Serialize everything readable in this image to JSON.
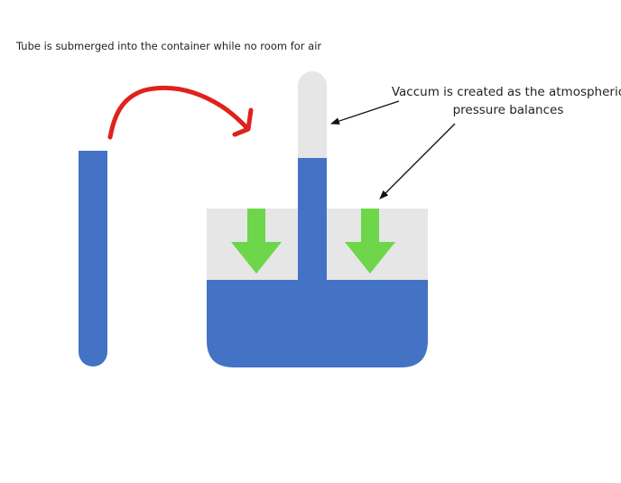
{
  "caption": "Tube is submerged into the container while no room for air",
  "annotation": {
    "line1": "Vaccum is created as the atmospheric",
    "line2": "pressure balances"
  },
  "colors": {
    "water": "#4472c4",
    "air": "#e6e6e6",
    "pressure_arrow": "#6ed64a",
    "motion_arrow": "#e0221c",
    "pointer": "#111111"
  },
  "icons": {
    "motion": "curved-arrow-icon",
    "pressure": "down-arrow-icon"
  }
}
